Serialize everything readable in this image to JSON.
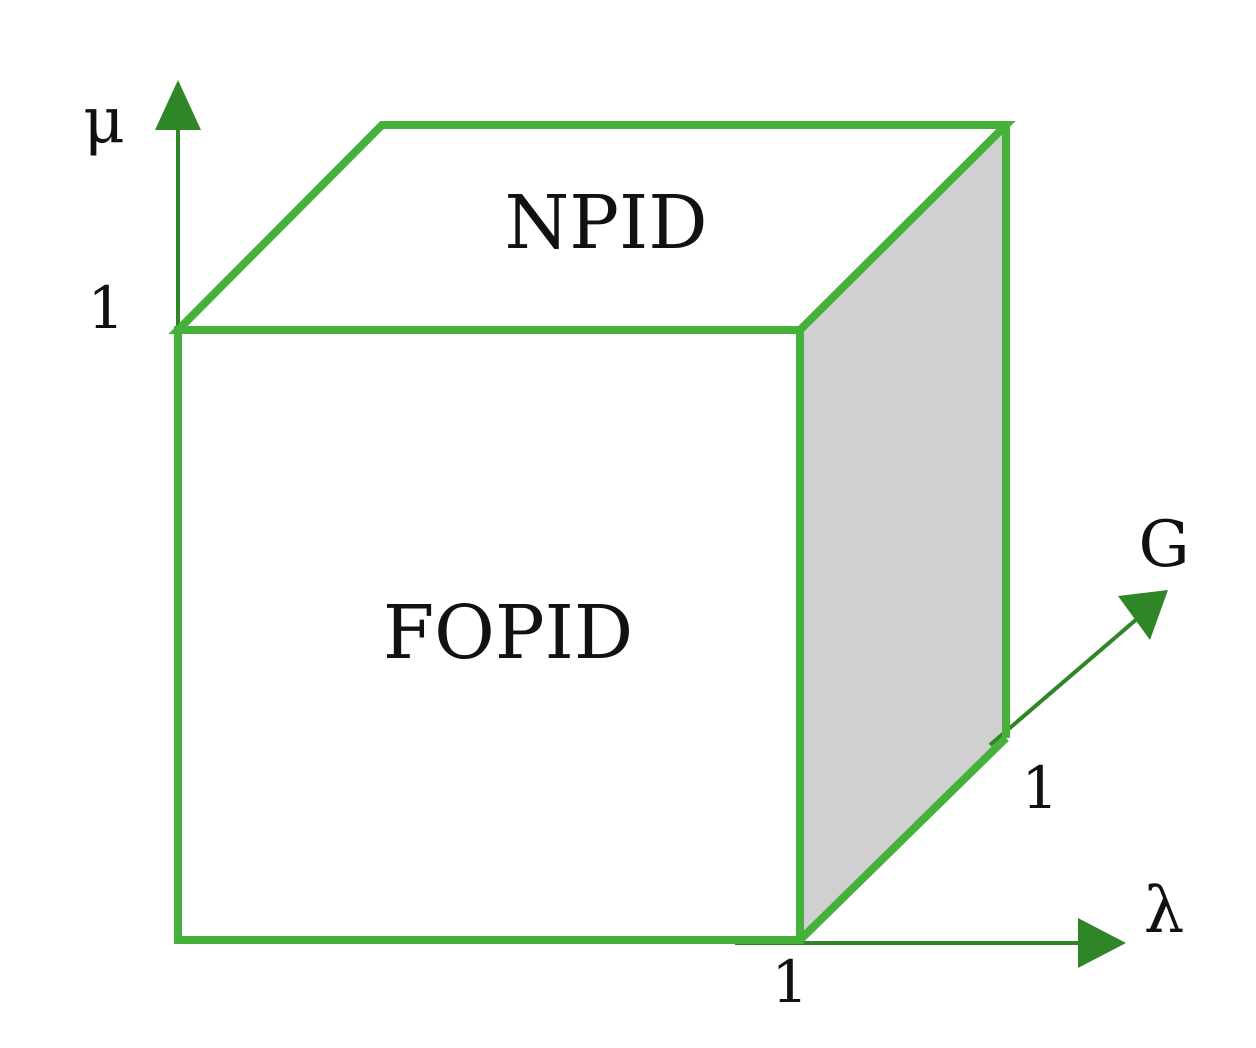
{
  "labels": {
    "top_face": "NPID",
    "front_face": "FOPID",
    "axis_vertical": "μ",
    "axis_horizontal": "λ",
    "axis_depth": "G",
    "tick_vertical": "1",
    "tick_horizontal": "1",
    "tick_depth": "1"
  },
  "colors": {
    "edge": "#45b03a",
    "axis": "#2e8626",
    "side_face": "#d0d0d0",
    "text": "#111111",
    "background": "#ffffff"
  }
}
